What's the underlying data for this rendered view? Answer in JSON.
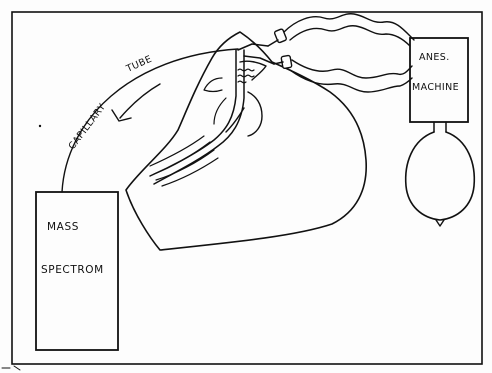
{
  "labels": {
    "capillary_word": "CAPILLARY",
    "tube_word": "TUBE",
    "anes_line1": "ANES.",
    "anes_line2": "MACHINE",
    "mass_line1": "MASS",
    "mass_line2": "SPECTROM"
  }
}
